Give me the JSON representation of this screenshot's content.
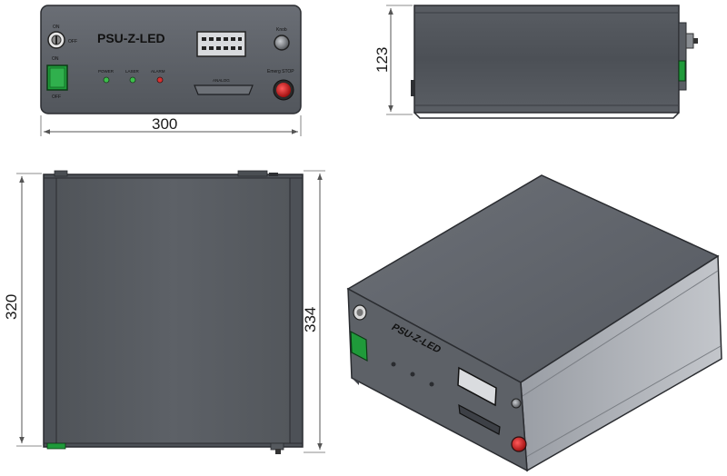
{
  "device": {
    "model_label": "PSU-Z-LED",
    "key_on_label": "ON",
    "key_off_label": "OFF",
    "switch_on_label": "ON",
    "switch_off_label": "OFF",
    "indicators": [
      "POWER",
      "LASER",
      "ALARM"
    ],
    "connector_label": "ANALOG",
    "knob_label": "Knob",
    "estop_label": "Emerg STOP"
  },
  "dimensions": {
    "front_width": "300",
    "side_height": "123",
    "top_depth_inner": "320",
    "top_depth_outer": "334"
  },
  "colors": {
    "housing": "#5b5f66",
    "housing_dark": "#3d4046",
    "housing_light": "#8a8e95",
    "switch_green": "#1f9a3a",
    "estop_red": "#c81e1e",
    "led_green": "#3cbf4a",
    "led_red": "#d83030"
  }
}
